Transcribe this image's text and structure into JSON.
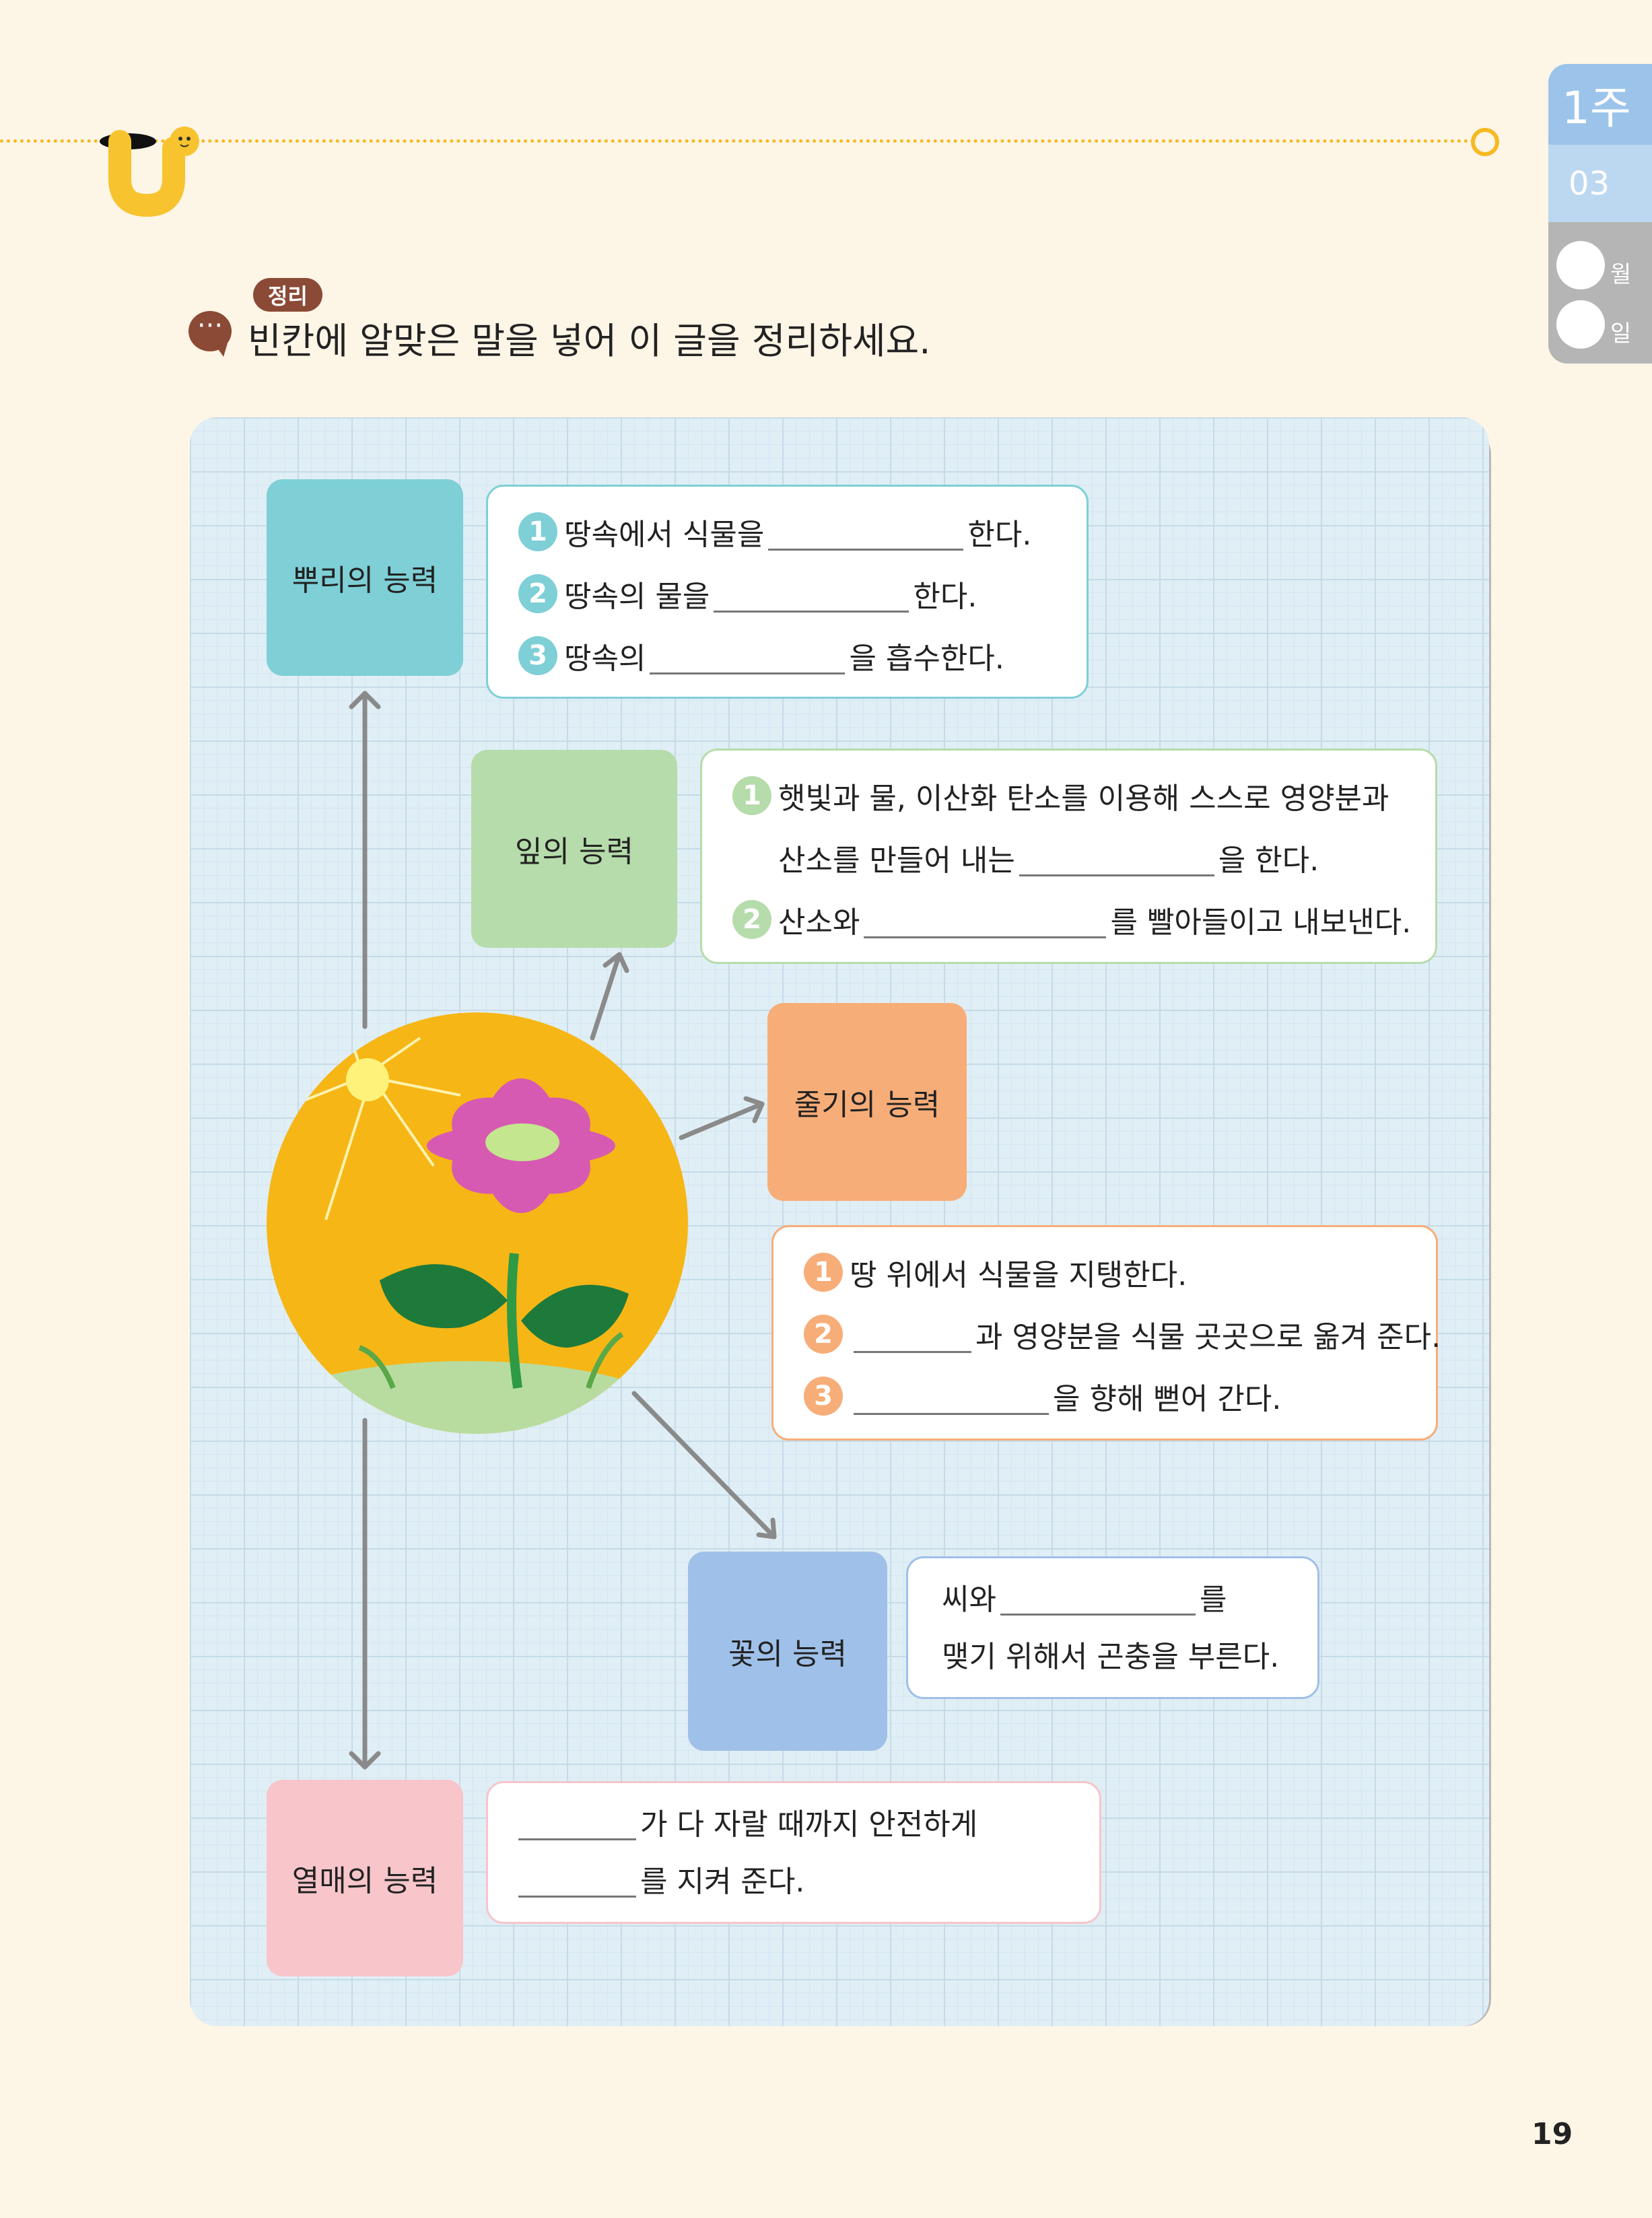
{
  "header": {
    "week_label": "1주",
    "day_number": "03",
    "month_label": "월",
    "day_label": "일"
  },
  "instruction": {
    "badge": "정리",
    "text": "빈칸에 알맞은 말을 넣어 이 글을 정리하세요."
  },
  "root": {
    "label": "뿌리의 능력",
    "items": [
      {
        "num": "1",
        "before": "땅속에서 식물을",
        "after": "한다."
      },
      {
        "num": "2",
        "before": "땅속의 물을",
        "after": "한다."
      },
      {
        "num": "3",
        "before": "땅속의",
        "after": "을 흡수한다."
      }
    ]
  },
  "leaf": {
    "label": "잎의 능력",
    "items": [
      {
        "num": "1",
        "line1": "햇빛과 물, 이산화 탄소를 이용해 스스로 영양분과",
        "before": "산소를 만들어 내는",
        "after": "을 한다."
      },
      {
        "num": "2",
        "before": "산소와",
        "after": "를 빨아들이고 내보낸다."
      }
    ]
  },
  "stem": {
    "label": "줄기의 능력",
    "items": [
      {
        "num": "1",
        "text": "땅 위에서 식물을 지탱한다."
      },
      {
        "num": "2",
        "after": "과 영양분을 식물 곳곳으로 옮겨 준다."
      },
      {
        "num": "3",
        "after": "을 향해 뻗어 간다."
      }
    ]
  },
  "flower": {
    "label": "꽃의 능력",
    "before": "씨와",
    "after": "를",
    "line2": "맺기 위해서 곤충을 부른다."
  },
  "fruit": {
    "label": "열매의 능력",
    "line1_after": "가 다 자랄 때까지 안전하게",
    "line2_after": "를 지켜 준다."
  },
  "colors": {
    "root": "#7ecfd6",
    "leaf": "#b5dcaa",
    "stem": "#f7ad78",
    "flower": "#9fc0e8",
    "fruit": "#f7c5ca",
    "arrow": "#8a8a8a"
  },
  "page_number": "19"
}
